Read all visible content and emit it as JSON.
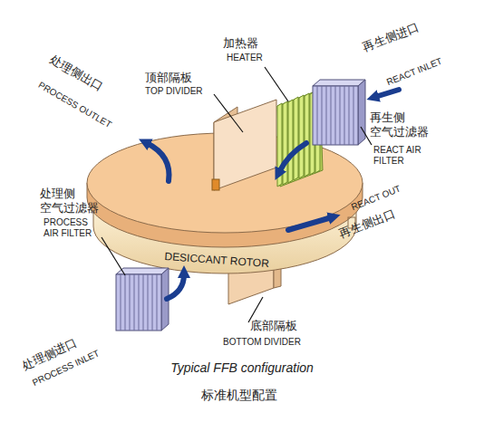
{
  "diagram": {
    "caption": "Typical FFB configuration",
    "nodes": [
      {
        "text": [
          "DESICCANT ROTOR"
        ]
      }
    ],
    "labels": [
      "处理侧出口",
      "PROCESS OUTLET",
      "顶部隔板",
      "TOP DIVIDER",
      "加热器",
      "HEATER",
      "再生侧进口",
      "REACT INLET",
      "再生侧 空气过滤器",
      "REACT AIR FILTER",
      "REACT OUT",
      "再生侧出口",
      "处理侧 空气过滤器",
      "PROCESS AIR FILTER",
      "处理侧进口",
      "PROCESS INLET",
      "底部隔板",
      "BOTTOM DIVIDER",
      "标准机型配置"
    ]
  }
}
